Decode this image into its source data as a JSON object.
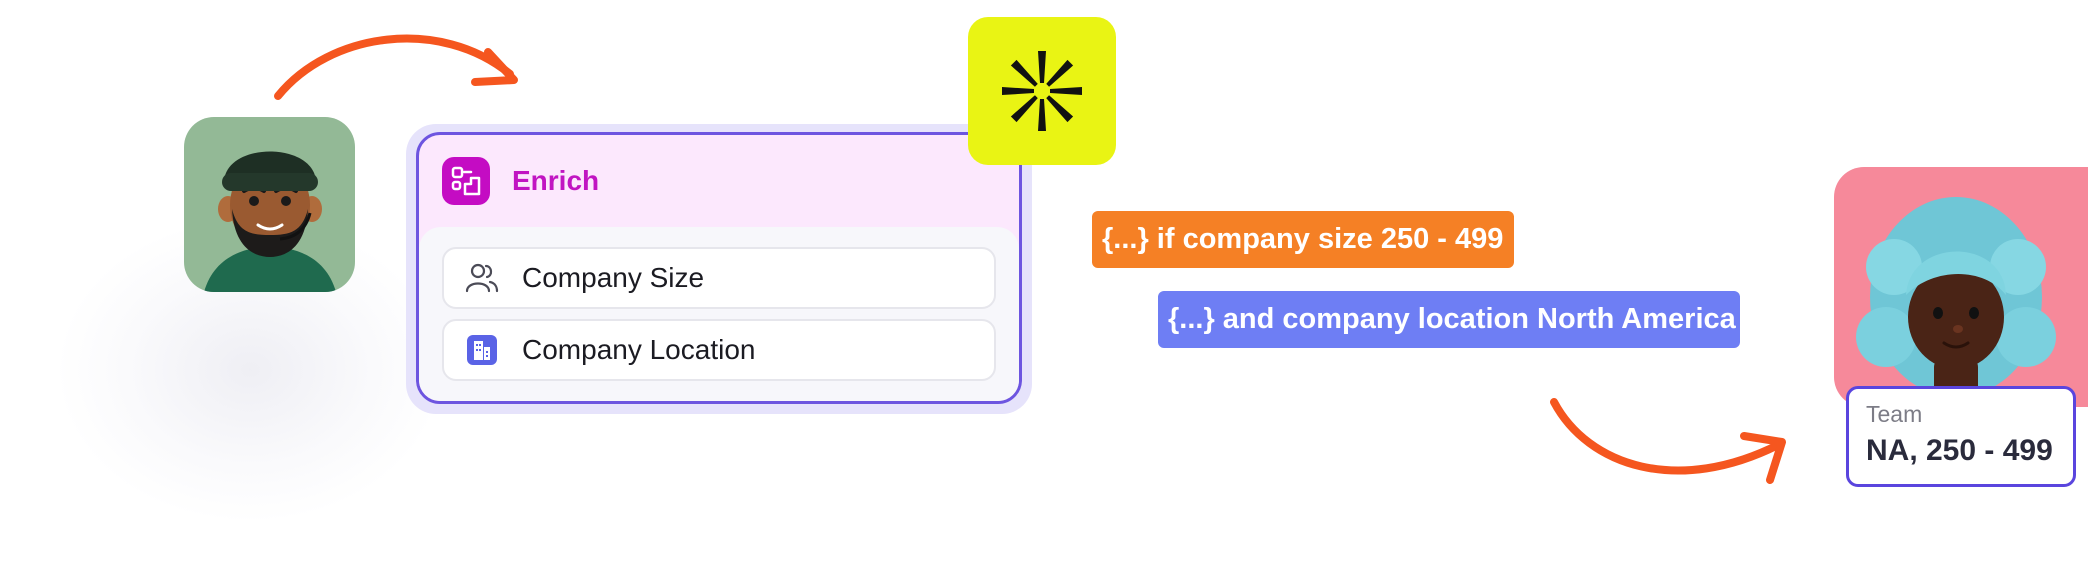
{
  "enrich_card": {
    "title": "Enrich",
    "fields": [
      {
        "label": "Company Size",
        "icon": "users-icon"
      },
      {
        "label": "Company Location",
        "icon": "building-icon"
      }
    ],
    "header_icon": "enrich-icon"
  },
  "conditions": [
    {
      "text": "{...} if company size 250 - 499",
      "color": "#f58025"
    },
    {
      "text": "{...} and company location North America",
      "color": "#6e7ef4"
    }
  ],
  "result_card": {
    "label": "Team",
    "value": "NA, 250 - 499"
  },
  "colors": {
    "arrow": "#f5561f",
    "logo_tile": "#e9f414",
    "card_border": "#6d55e0",
    "card_header_bg": "#fce8fd",
    "accent_magenta": "#c40cc3"
  },
  "icons": {
    "logo": "asterisk-logo-icon",
    "avatar_left": "man-avatar",
    "avatar_right": "woman-avatar"
  }
}
